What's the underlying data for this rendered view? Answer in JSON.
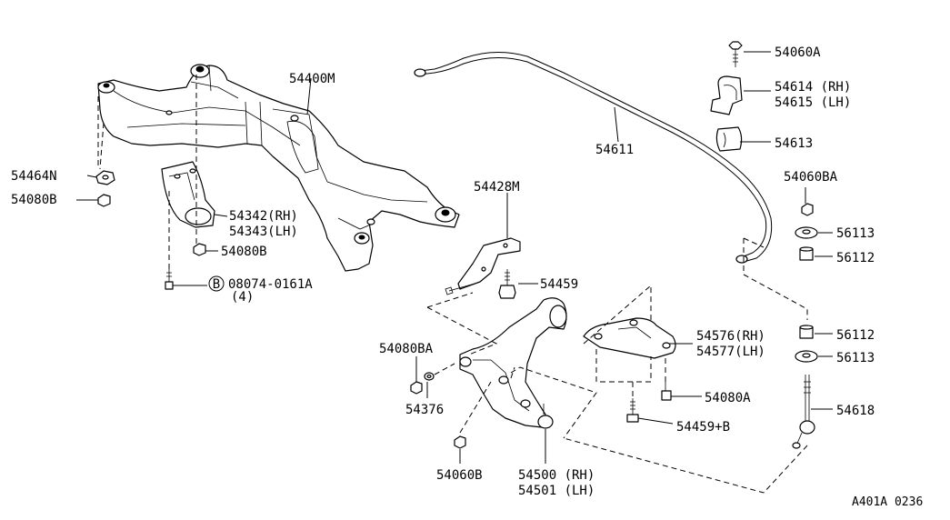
{
  "diagram_code": "A401A 0236",
  "labels": {
    "p54400M": "54400M",
    "p54464N": "54464N",
    "p54080B_a": "54080B",
    "p54342": "54342(RH)",
    "p54343": "54343(LH)",
    "p54080B_b": "54080B",
    "bolt_code_letter": "B",
    "bolt_code": "08074-0161A",
    "bolt_qty": "(4)",
    "p54428M": "54428M",
    "p54459": "54459",
    "p54611": "54611",
    "p54060A": "54060A",
    "p54614": "54614 (RH)",
    "p54615": "54615 (LH)",
    "p54613": "54613",
    "p54060BA": "54060BA",
    "p56113_a": "56113",
    "p56112_a": "56112",
    "p56112_b": "56112",
    "p56113_b": "56113",
    "p54618": "54618",
    "p54576": "54576(RH)",
    "p54577": "54577(LH)",
    "p54080A": "54080A",
    "p54459B": "54459+B",
    "p54080BA": "54080BA",
    "p54376": "54376",
    "p54060B": "54060B",
    "p54500": "54500 (RH)",
    "p54501": "54501 (LH)"
  }
}
